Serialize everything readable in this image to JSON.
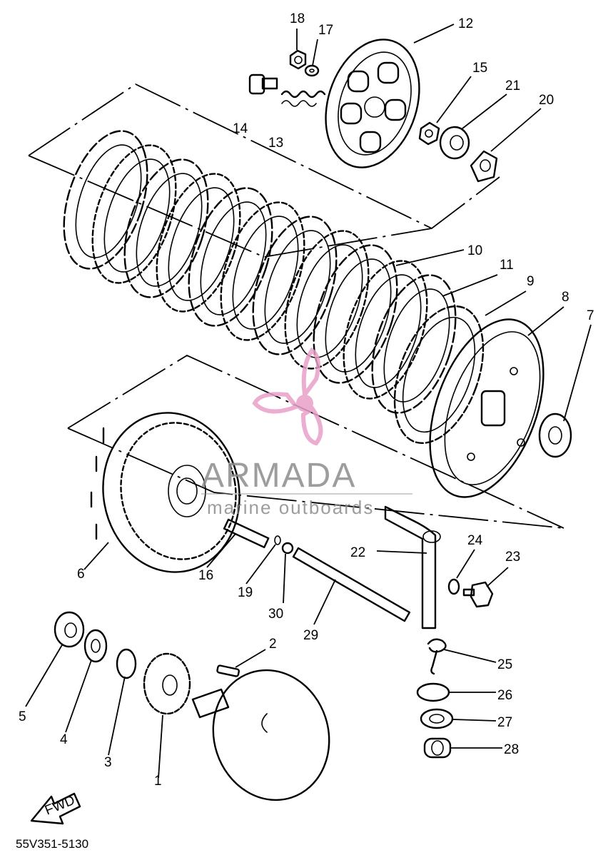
{
  "diagram": {
    "part_numbers": [
      "1",
      "2",
      "3",
      "4",
      "5",
      "6",
      "7",
      "8",
      "9",
      "10",
      "11",
      "12",
      "13",
      "14",
      "15",
      "16",
      "17",
      "18",
      "19",
      "20",
      "21",
      "22",
      "23",
      "24",
      "25",
      "26",
      "27",
      "28",
      "29",
      "30"
    ],
    "direction_arrow": "FWD",
    "drawing_code": "55V351-5130"
  },
  "watermark": {
    "brand": "ARMADA",
    "tagline": "marine outboards",
    "logo_color": "#e8a0c8",
    "text_color": "#8c8c8c"
  },
  "colors": {
    "ink": "#000000",
    "background": "#ffffff"
  }
}
